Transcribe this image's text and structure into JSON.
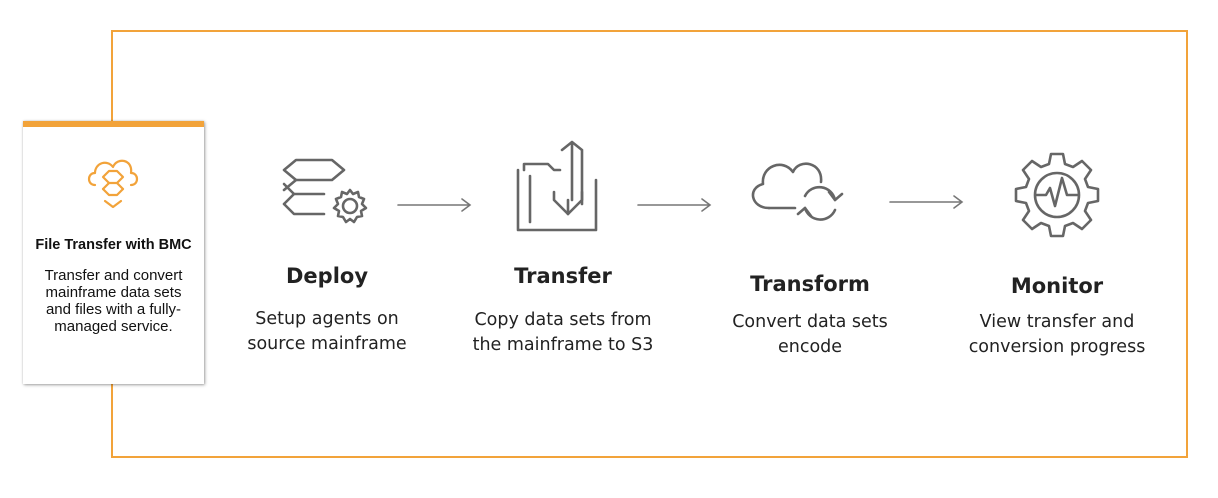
{
  "card": {
    "title": "File Transfer with BMC",
    "description": "Transfer and convert mainframe data sets and files with a fully-managed service."
  },
  "steps": [
    {
      "title": "Deploy",
      "description": "Setup agents on source mainframe",
      "icon": "layers-gear-icon"
    },
    {
      "title": "Transfer",
      "description": "Copy data sets from the mainframe to S3",
      "icon": "folder-transfer-icon"
    },
    {
      "title": "Transform",
      "description": "Convert data sets encode",
      "icon": "cloud-refresh-icon"
    },
    {
      "title": "Monitor",
      "description": "View transfer and conversion progress",
      "icon": "gear-pulse-icon"
    }
  ],
  "colors": {
    "accent": "#f2a33a",
    "icon": "#666666",
    "text": "#222222"
  }
}
